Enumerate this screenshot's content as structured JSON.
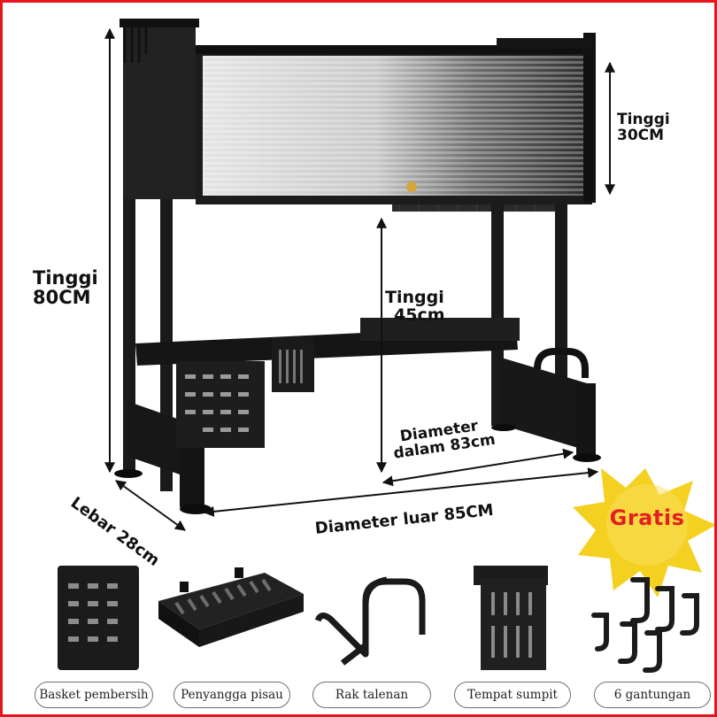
{
  "dimensions": {
    "height_outer": {
      "title": "Tinggi",
      "value": "80CM"
    },
    "height_cabinet": {
      "title": "Tinggi",
      "value": "30CM"
    },
    "height_inner": {
      "title": "Tinggi",
      "value": "45cm"
    },
    "inner_width": {
      "line1": "Diameter",
      "line2": "dalam 83cm"
    },
    "outer_width": {
      "label": "Diameter luar 85CM"
    },
    "depth": {
      "label": "Lebar 28cm"
    }
  },
  "promo": {
    "badge": "Gratis"
  },
  "accessories": [
    {
      "label": "Basket pembersih",
      "icon": "cleaning-basket-icon"
    },
    {
      "label": "Penyangga pisau",
      "icon": "knife-holder-icon"
    },
    {
      "label": "Rak talenan",
      "icon": "cutting-board-rack-icon"
    },
    {
      "label": "Tempat sumpit",
      "icon": "chopstick-holder-icon"
    },
    {
      "label": "6 gantungan",
      "icon": "hooks-icon"
    }
  ],
  "colors": {
    "border": "#e8141c",
    "product": "#1b1b1b",
    "badge": "#f4d020",
    "badge_text": "#e32020"
  }
}
